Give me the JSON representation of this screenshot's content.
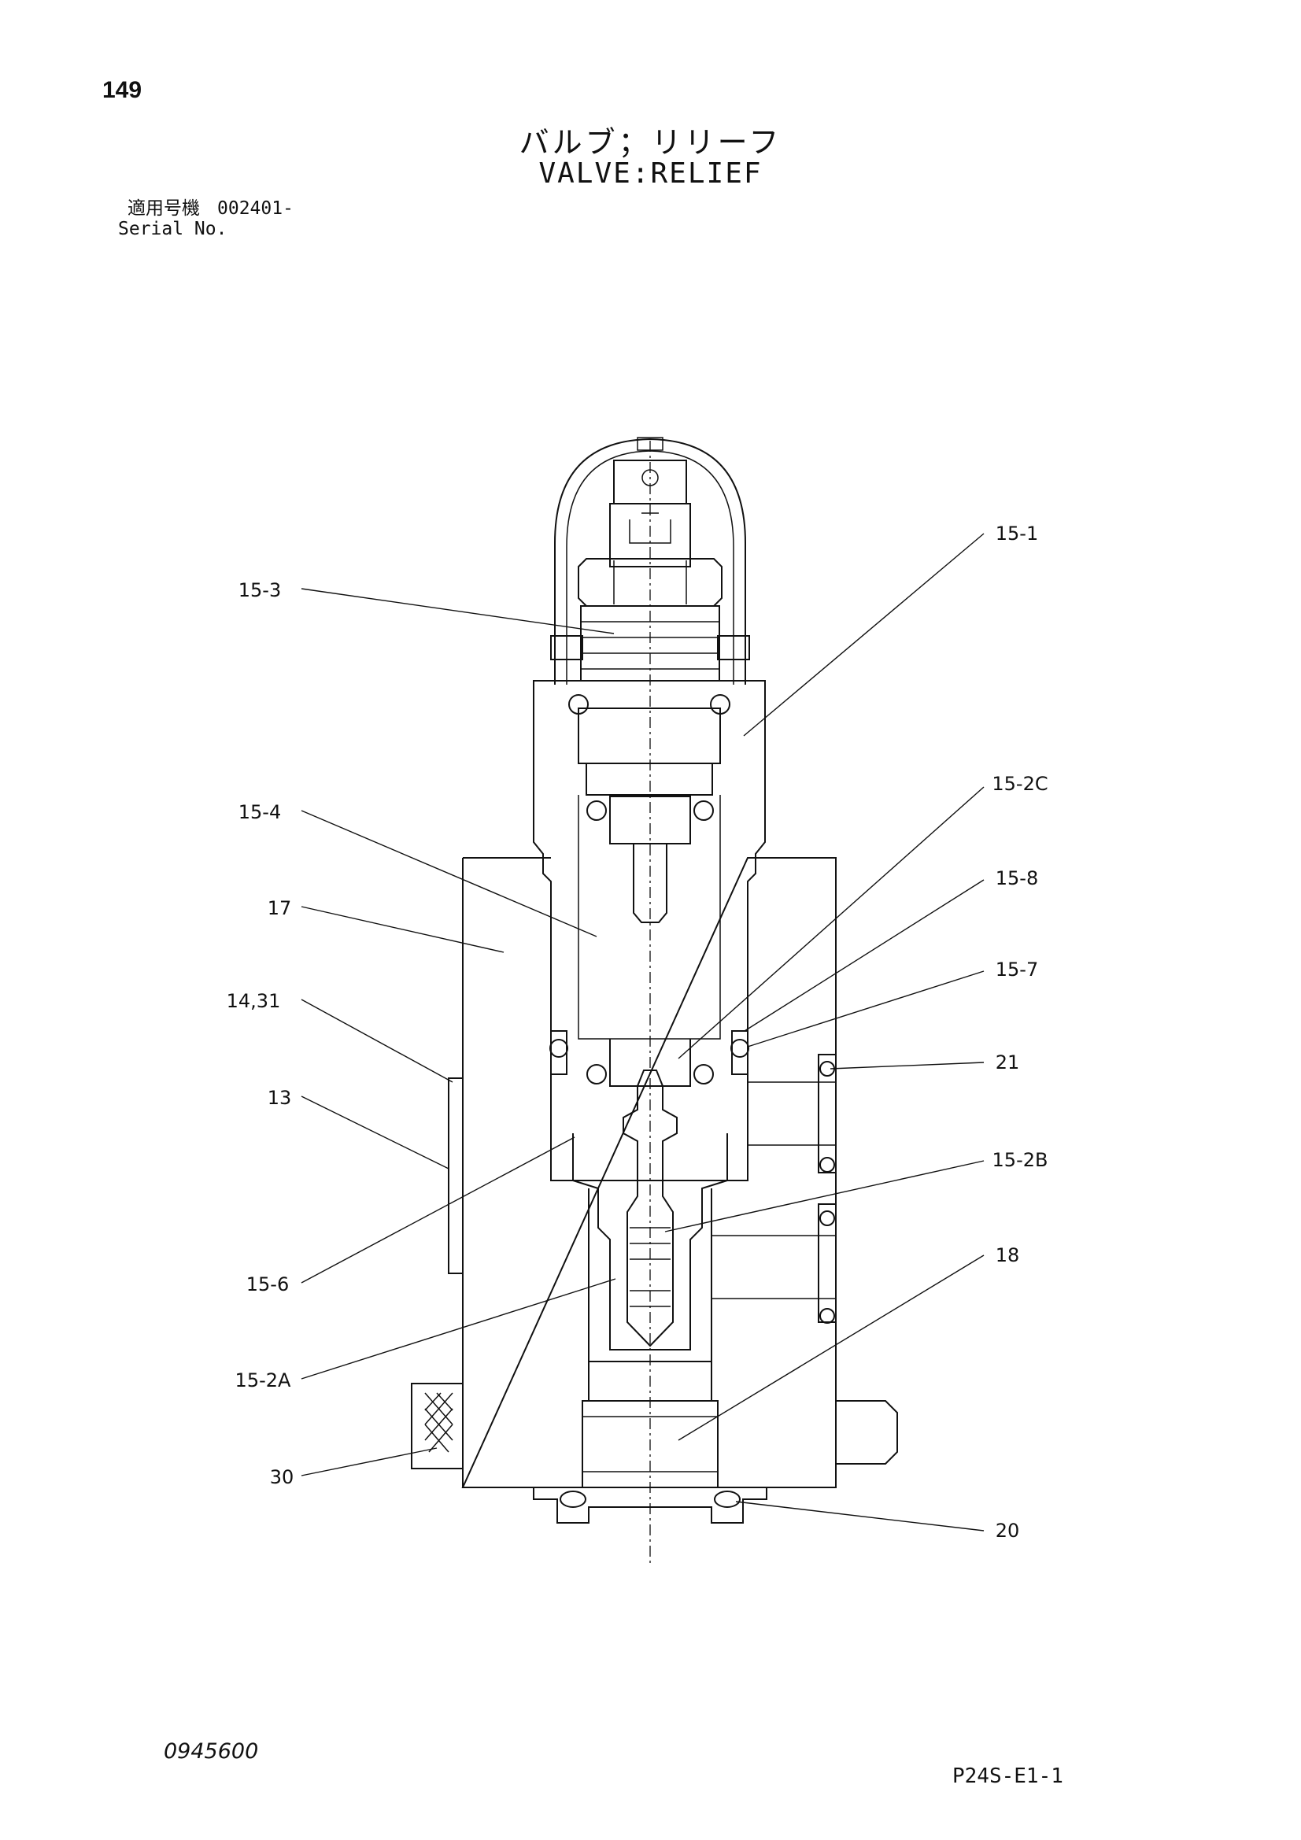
{
  "page_number": "149",
  "title_jp": "バルブ；リリーフ",
  "title_en": "VALVE:RELIEF",
  "serial": {
    "label_jp": "適用号機",
    "value": "002401-",
    "label_en": "Serial No."
  },
  "callouts": {
    "c15_1": "15-1",
    "c15_3": "15-3",
    "c15_2C": "15-2C",
    "c15_4": "15-4",
    "c15_8": "15-8",
    "c17": "17",
    "c15_7": "15-7",
    "c14_31": "14,31",
    "c21": "21",
    "c13": "13",
    "c15_2B": "15-2B",
    "c15_6": "15-6",
    "c18": "18",
    "c15_2A": "15-2A",
    "c30": "30",
    "c20": "20"
  },
  "footer": {
    "doc_code": "0945600",
    "page_ref": "P24S-E1-1"
  }
}
